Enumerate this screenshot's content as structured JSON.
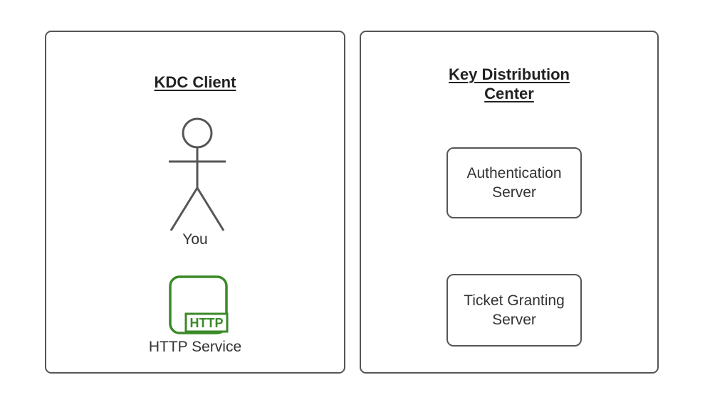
{
  "client": {
    "title": "KDC Client",
    "actor_label": "You",
    "service_label": "HTTP Service",
    "service_icon_text": "HTTP"
  },
  "kdc": {
    "title": "Key Distribution Center",
    "nodes": [
      {
        "label": "Authentication Server"
      },
      {
        "label": "Ticket Granting Server"
      }
    ]
  },
  "colors": {
    "container_stroke": "#565656",
    "title_text": "#222222",
    "label_text": "#333333",
    "accent_green": "#3a8a27",
    "canvas_background": "#ffffff"
  }
}
